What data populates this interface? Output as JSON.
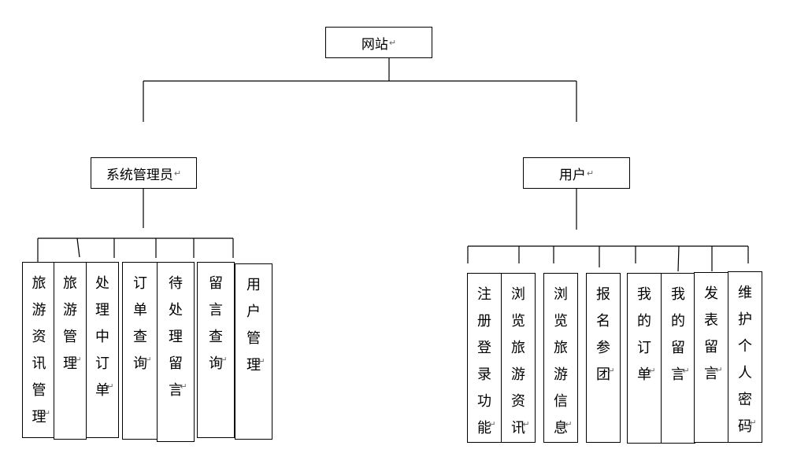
{
  "root": {
    "label": "网站"
  },
  "admin": {
    "label": "系统管理员",
    "children": [
      "旅游资讯管理",
      "旅游管理",
      "处理中订单",
      "订单查询",
      "待处理留言",
      "留言查询",
      "用户管理"
    ]
  },
  "user": {
    "label": "用户",
    "children": [
      "注册登录功能",
      "浏览旅游资讯",
      "浏览旅游信息",
      "报名参团",
      "我的订单",
      "我的留言",
      "发表留言",
      "维护个人密码"
    ]
  },
  "return_mark": "↵"
}
